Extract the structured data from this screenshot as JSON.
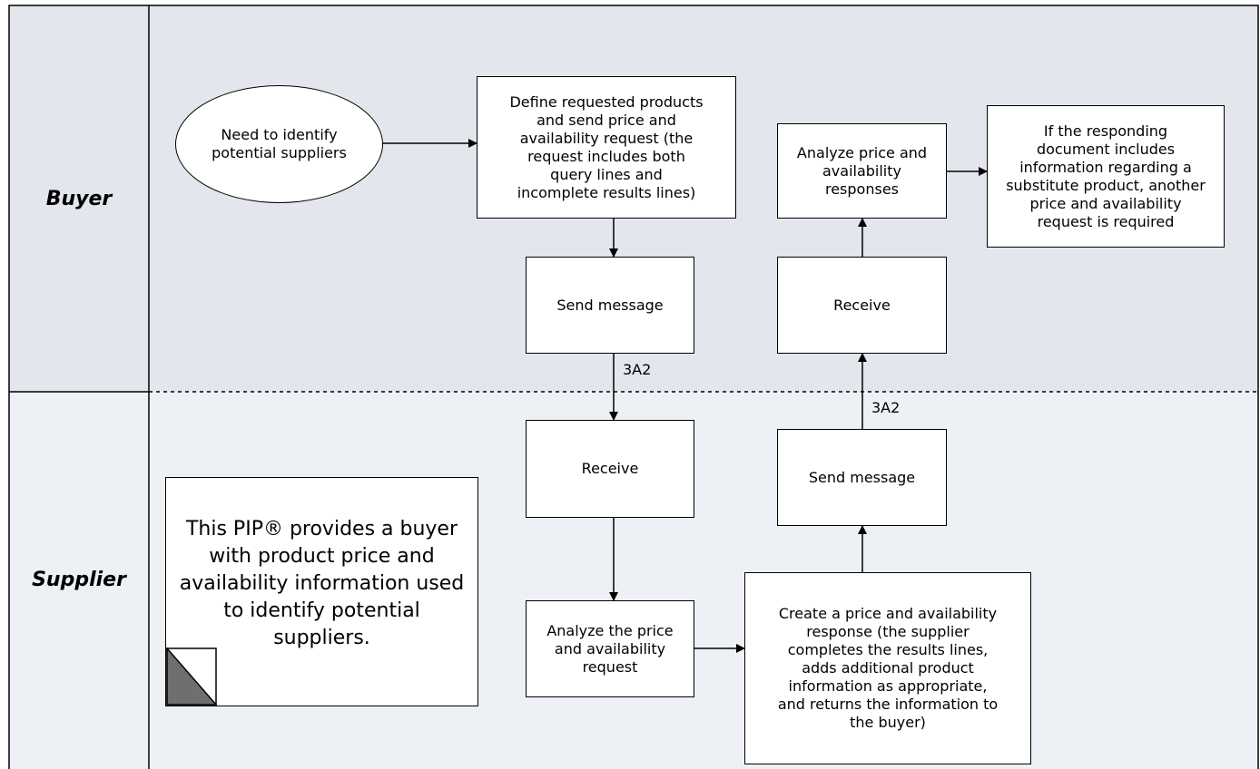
{
  "lanes": {
    "buyer": "Buyer",
    "supplier": "Supplier"
  },
  "nodes": {
    "need": "Need to identify\npotential suppliers",
    "define_request": "Define requested products\nand send price and\navailability request (the\nrequest includes both\nquery lines and\nincomplete results lines)",
    "buyer_send": "Send message",
    "analyze_responses": "Analyze price and\navailability\nresponses",
    "substitute": "If the responding\ndocument includes\ninformation regarding a\nsubstitute product, another\nprice and availability\nrequest is required",
    "buyer_receive": "Receive",
    "supplier_receive": "Receive",
    "supplier_send": "Send message",
    "analyze_request": "Analyze the price\nand availability\nrequest",
    "create_response": "Create a price and availability\nresponse (the supplier\ncompletes the results lines,\nadds additional product\ninformation as appropriate,\nand returns the information to\nthe buyer)"
  },
  "edge_labels": {
    "request_msg": "3A2",
    "response_msg": "3A2"
  },
  "note": {
    "text": "This PIP® provides a buyer\nwith product price and\navailability information used\nto identify potential\nsuppliers."
  },
  "colors": {
    "buyer_lane": "#e4e6ee",
    "supplier_lane": "#edf1f5",
    "note_fold": "#6f6f6f"
  }
}
